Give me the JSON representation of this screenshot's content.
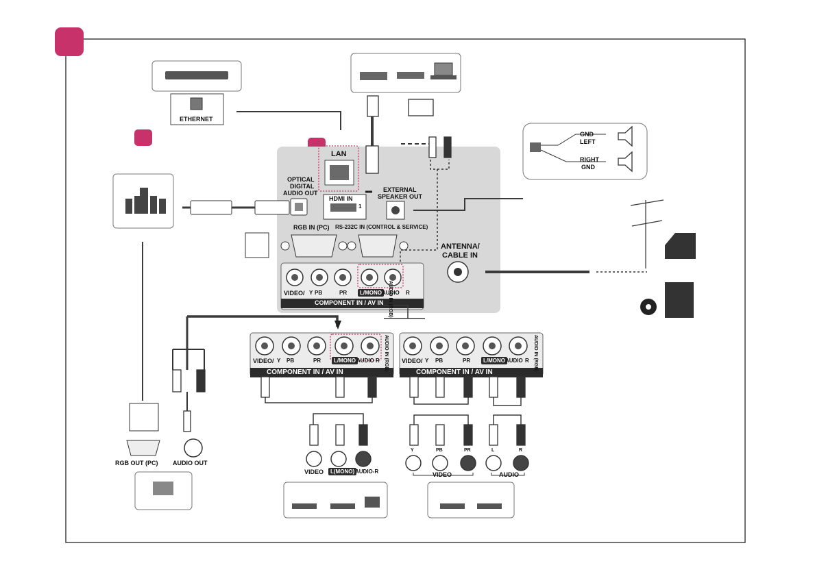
{
  "colors": {
    "accent": "#c8326a",
    "panel": "#d7d7d7",
    "cable": "#3a3a3a"
  },
  "tv_panel": {
    "lan": "LAN",
    "optical": [
      "OPTICAL",
      "DIGITAL",
      "AUDIO OUT"
    ],
    "hdmi": "HDMI IN",
    "hdmi_port_num": "1",
    "external_speaker": [
      "EXTERNAL",
      "SPEAKER OUT"
    ],
    "rgb_in": "RGB IN (PC)",
    "rs232c": "RS-232C IN (CONTROL & SERVICE)",
    "antenna": [
      "ANTENNA/",
      "CABLE IN"
    ],
    "audio_in_rgb": "AUDIO IN (RGB)",
    "video_y": "VIDEO/",
    "y": "Y",
    "pb": "PB",
    "pr": "PR",
    "lmono": "L/MONO",
    "audio": "AUDIO",
    "r": "R",
    "component": "COMPONENT IN / AV IN"
  },
  "ethernet": "ETHERNET",
  "speaker_detail": {
    "gnd1": "GND",
    "left": "LEFT",
    "right": "RIGHT",
    "gnd2": "GND"
  },
  "lower_left_panel": {
    "video_y": "VIDEO/",
    "y": "Y",
    "pb": "PB",
    "pr": "PR",
    "lmono": "L/MONO",
    "audio": "AUDIO",
    "r": "R",
    "audio_in_rgb": "AUDIO IN (RGB)",
    "component": "COMPONENT IN / AV IN"
  },
  "lower_right_panel": {
    "video_y": "VIDEO/",
    "y": "Y",
    "pb": "PB",
    "pr": "PR",
    "lmono": "L/MONO",
    "audio": "AUDIO",
    "r": "R",
    "audio_in_rgb": "AUDIO IN (RGB)",
    "component": "COMPONENT IN / AV IN"
  },
  "pc_out": {
    "rgb_out": "RGB OUT (PC)",
    "audio_out": "AUDIO OUT"
  },
  "av_device": {
    "video": "VIDEO",
    "lmono": "L(MONO)",
    "audio_r": "AUDIO-R"
  },
  "component_device": {
    "y": "Y",
    "pb": "PB",
    "pr": "PR",
    "video": "VIDEO",
    "l": "L",
    "r": "R",
    "audio": "AUDIO"
  }
}
